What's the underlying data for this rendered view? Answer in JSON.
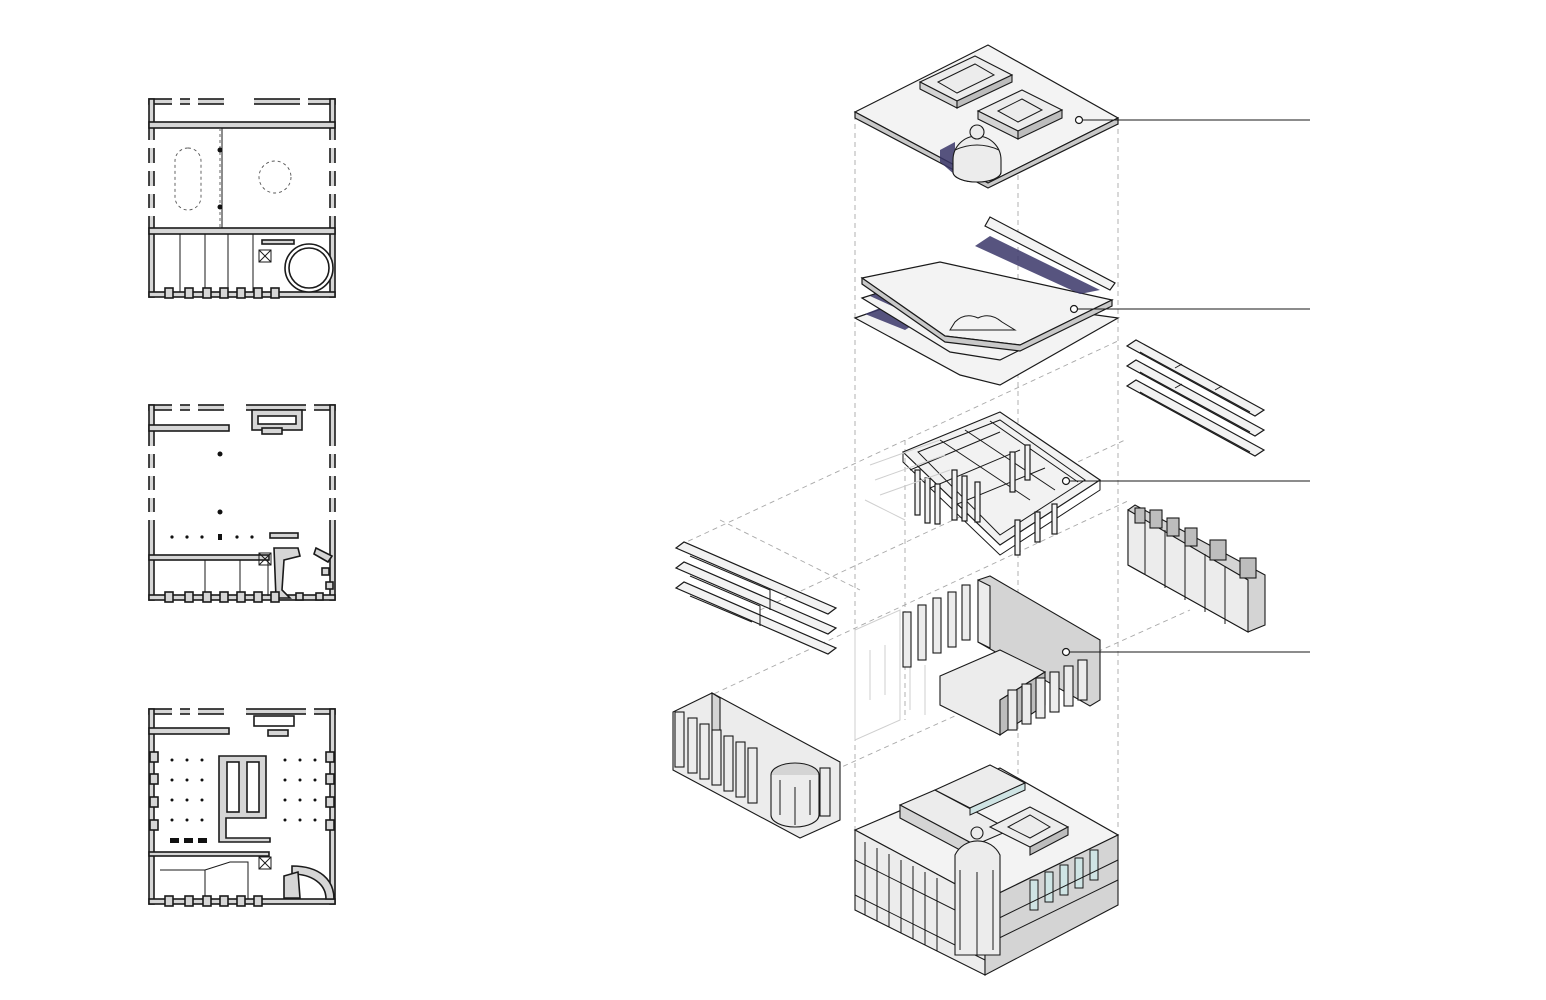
{
  "diagram": {
    "plans": [
      {
        "name": "plan-upper"
      },
      {
        "name": "plan-middle"
      },
      {
        "name": "plan-ground"
      }
    ],
    "exploded_layers": [
      {
        "name": "roof"
      },
      {
        "name": "floor-slabs"
      },
      {
        "name": "structure-frame"
      },
      {
        "name": "interior-walls-and-columns"
      },
      {
        "name": "assembled-building"
      }
    ],
    "callout_labels": [
      "",
      "",
      "",
      ""
    ],
    "colors": {
      "line": "#1a1a1a",
      "wall_fill": "#d6d6d6",
      "accent_shadow": "#3a3668",
      "guide": "#a8a8a8"
    }
  }
}
